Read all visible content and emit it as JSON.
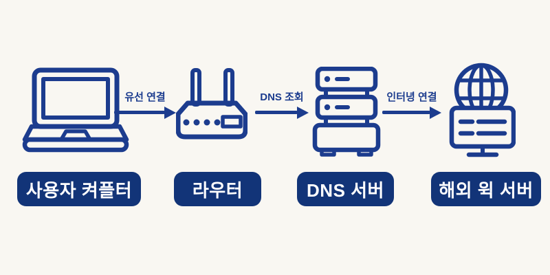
{
  "colors": {
    "page_background": "#f9f7f2",
    "icon_stroke": "#1c3c8e",
    "node_box_fill": "#123478",
    "node_box_text": "#ffffff",
    "arrow": "#1c3c8e",
    "connection_label_text": "#1c3c8e"
  },
  "diagram": {
    "type": "flow",
    "direction": "left-to-right",
    "nodes": [
      {
        "id": "user-computer",
        "icon": "laptop-icon",
        "label": "사용자 켜플터"
      },
      {
        "id": "router",
        "icon": "router-icon",
        "label": "라우터"
      },
      {
        "id": "dns-server",
        "icon": "server-stack-icon",
        "label": "DNS 서버"
      },
      {
        "id": "overseas-web-server",
        "icon": "globe-server-icon",
        "label": "해외 윅 서버"
      }
    ],
    "connections": [
      {
        "from": "user-computer",
        "to": "router",
        "label": "유선 연결"
      },
      {
        "from": "router",
        "to": "dns-server",
        "label": "DNS 조회"
      },
      {
        "from": "dns-server",
        "to": "overseas-web-server",
        "label": "인터녕 연결"
      }
    ]
  }
}
